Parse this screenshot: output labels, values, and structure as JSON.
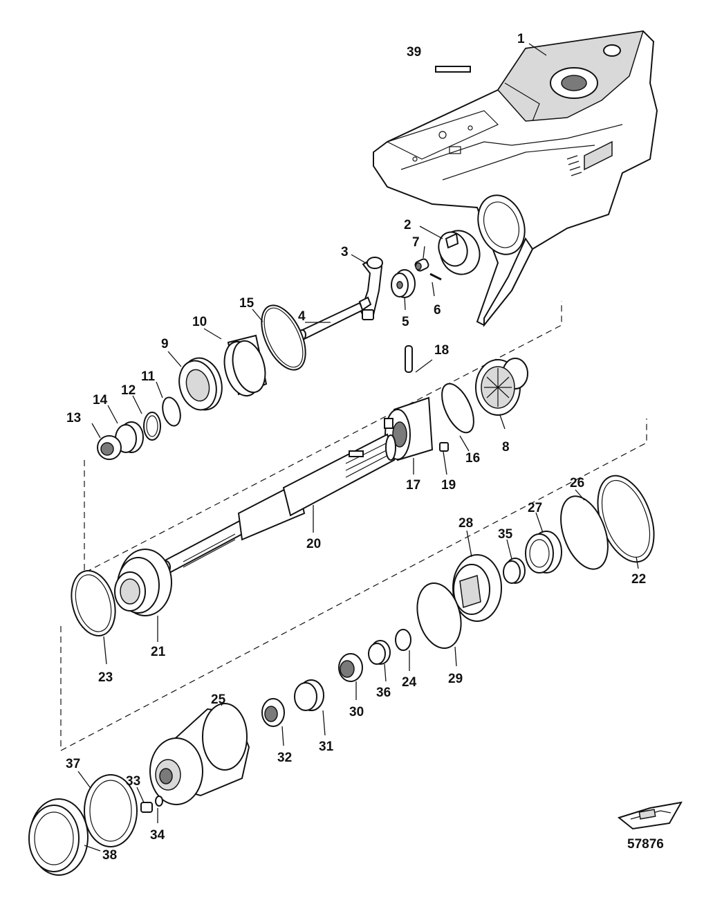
{
  "diagram": {
    "figure_number": "57876",
    "callouts": [
      "1",
      "2",
      "3",
      "4",
      "5",
      "6",
      "7",
      "8",
      "9",
      "10",
      "11",
      "12",
      "13",
      "14",
      "15",
      "16",
      "17",
      "18",
      "19",
      "20",
      "21",
      "22",
      "23",
      "24",
      "25",
      "26",
      "27",
      "28",
      "29",
      "30",
      "31",
      "32",
      "33",
      "34",
      "35",
      "36",
      "37",
      "38",
      "39"
    ],
    "icons": {
      "boat": "boat-icon"
    }
  }
}
